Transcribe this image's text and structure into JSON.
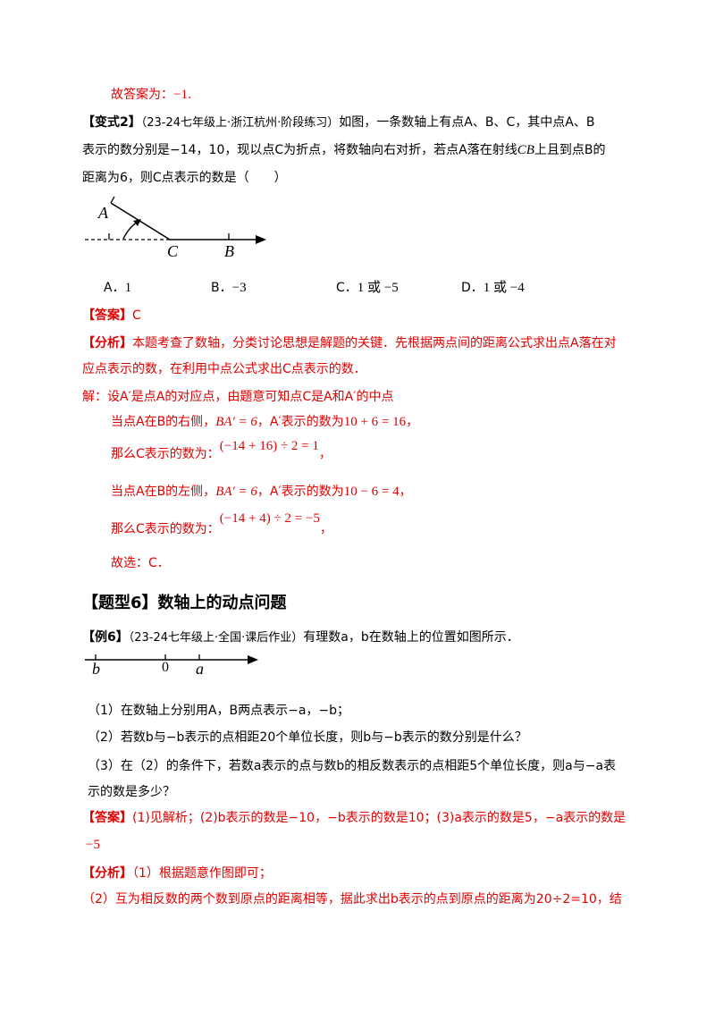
{
  "top_answer": {
    "text": "故答案为：",
    "value": "−1",
    "end": "."
  },
  "variant2": {
    "tag": "【变式2】",
    "source": "（23-24七年级上·浙江杭州·阶段练习）",
    "line1": "如图，一条数轴上有点A、B、C，其中点A、B",
    "line2": "表示的数分别是−14，10，现以点C为折点，将数轴向右对折，若点A落在射线",
    "line2_math": "CB",
    "line2_end": "上且到点B的",
    "line3": "距离为6，则C点表示的数是（　　）",
    "figure": {
      "label_a": "A",
      "label_c": "C",
      "label_b": "B"
    },
    "options": [
      {
        "letter": "A．",
        "value": "1"
      },
      {
        "letter": "B．",
        "value": "−3"
      },
      {
        "letter": "C．",
        "value": "1 或 −5"
      },
      {
        "letter": "D．",
        "value": "1 或 −4"
      }
    ],
    "answer_tag": "【答案】",
    "answer_value": "C",
    "analysis_tag": "【分析】",
    "analysis_line1": "本题考查了数轴，分类讨论思想是解题的关键．先根据两点间的距离公式求出点A落在对",
    "analysis_line2": "应点表示的数，在利用中点公式求出C点表示的数．",
    "solution_line": "解：设A′是点A的对应点，由题意可知点C是A和A′的中点",
    "case1_text": "当点A在B的右侧，",
    "case1_math1": "BA′ = 6",
    "case1_mid": "，A′表示的数为",
    "case1_math2": "10 + 6 = 16",
    "case1_end": "，",
    "case1_c_text": "那么C表示的数为：",
    "case1_c_math": "(−14 + 16) ÷ 2 = 1",
    "case1_c_end": "，",
    "case2_text": "当点A在B的左侧，",
    "case2_math1": "BA′ = 6",
    "case2_mid": "，A′表示的数为",
    "case2_math2": "10 − 6 = 4",
    "case2_end": "，",
    "case2_c_text": "那么C表示的数为：",
    "case2_c_math": "(−14 + 4) ÷ 2 = −5",
    "case2_c_end": "，",
    "final": "故选：C．"
  },
  "section": {
    "title": "【题型6】数轴上的动点问题"
  },
  "example6": {
    "tag": "【例6】",
    "source": "（23-24七年级上·全国·课后作业）",
    "stem": "有理数a，b在数轴上的位置如图所示．",
    "figure": {
      "label_b": "b",
      "label_0": "0",
      "label_a": "a"
    },
    "q1": "（1）在数轴上分别用A，B两点表示−a，−b；",
    "q2": "（2）若数b与−b表示的点相距20个单位长度，则b与−b表示的数分别是什么？",
    "q3_line1": "（3）在（2）的条件下，若数a表示的点与数b的相反数表示的点相距5个单位长度，则a与−a表",
    "q3_line2": "示的数是多少？",
    "answer_tag": "【答案】",
    "answer_line1": "(1)见解析；(2)b表示的数是−10，−b表示的数是10；(3)a表示的数是5，−a表示的数是",
    "answer_line2": "−5",
    "analysis_tag": "【分析】",
    "analysis1": "（1）根据题意作图即可；",
    "analysis2": "（2）互为相反数的两个数到原点的距离相等，据此求出b表示的点到原点的距离为20÷2=10，结"
  }
}
